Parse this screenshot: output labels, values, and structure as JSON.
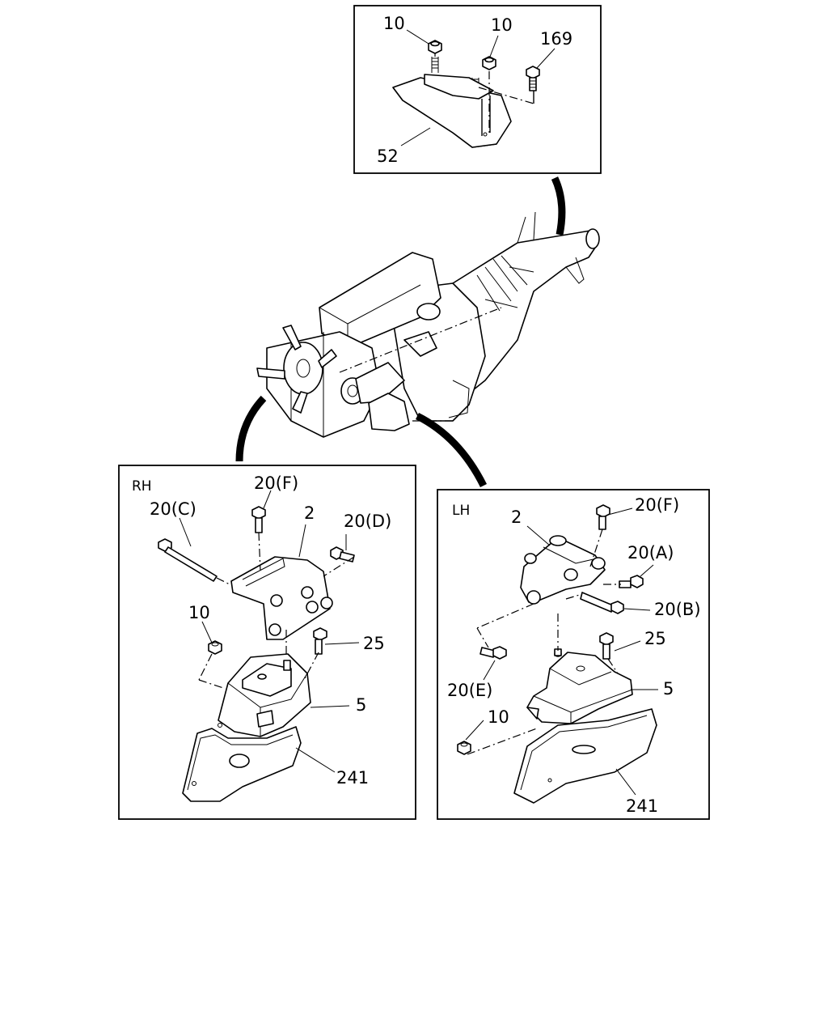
{
  "inset_top": {
    "callouts": {
      "nut_left": "10",
      "nut_right": "10",
      "bolt": "169",
      "bracket": "52"
    }
  },
  "inset_rh": {
    "side": "RH",
    "callouts": {
      "bolt_f": "20(F)",
      "bolt_c": "20(C)",
      "bracket": "2",
      "bolt_d": "20(D)",
      "nut": "10",
      "bolt_25": "25",
      "mount": "5",
      "plate": "241"
    }
  },
  "inset_lh": {
    "side": "LH",
    "callouts": {
      "bracket": "2",
      "bolt_f": "20(F)",
      "bolt_a": "20(A)",
      "bolt_b": "20(B)",
      "bolt_25": "25",
      "bolt_e": "20(E)",
      "mount": "5",
      "nut": "10",
      "plate": "241"
    }
  }
}
